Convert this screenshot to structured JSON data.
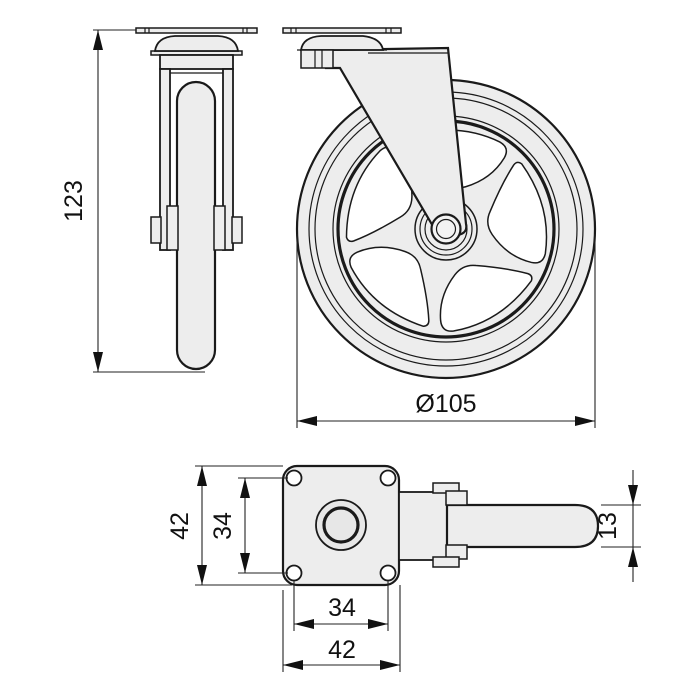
{
  "colors": {
    "background": "#ffffff",
    "outline": "#1a1a1a",
    "part_fill": "#ededed",
    "dimension_text": "#111111"
  },
  "dimensions": {
    "overall_height": "123",
    "wheel_diameter": "Ø105",
    "plate_size_vertical": "42",
    "hole_spacing_vertical": "34",
    "hole_spacing_horizontal": "34",
    "plate_size_horizontal": "42",
    "wheel_width": "13"
  }
}
